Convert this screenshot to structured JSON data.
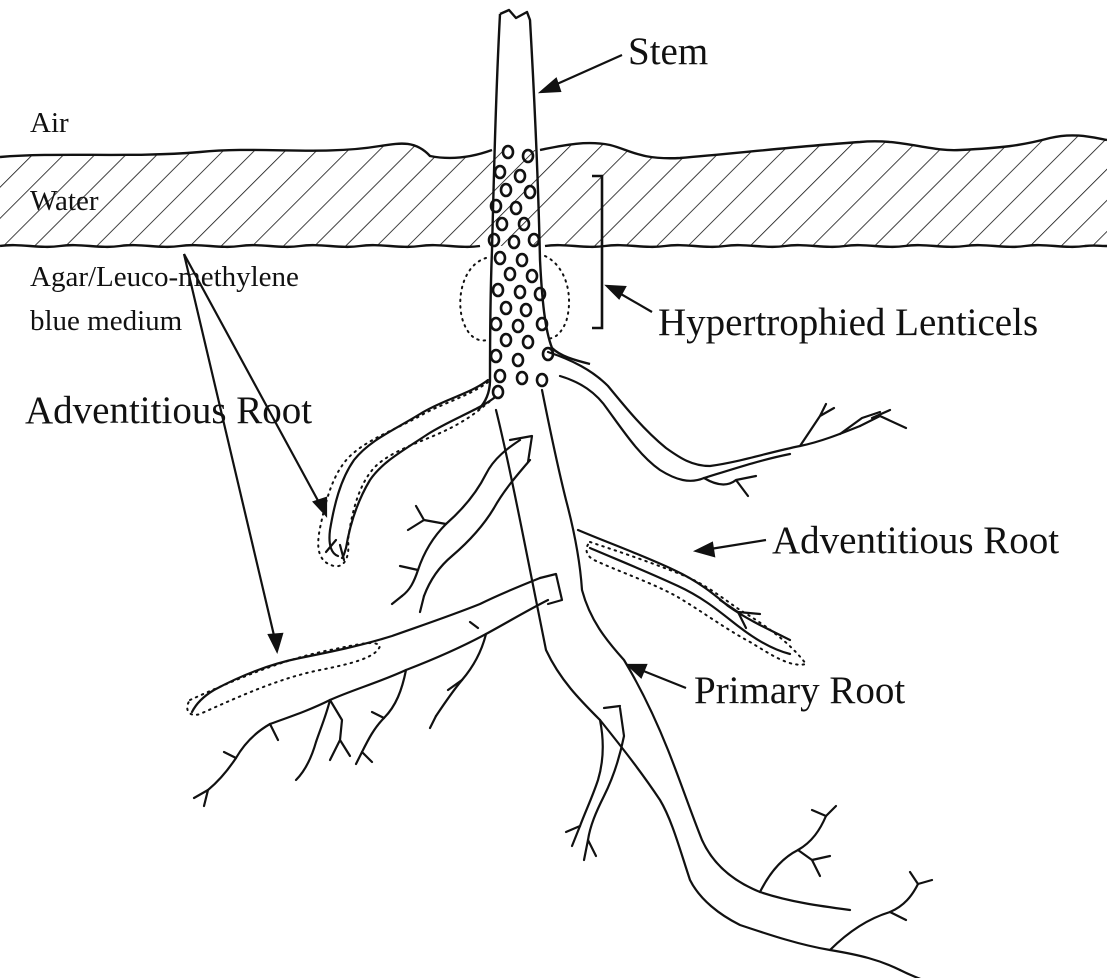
{
  "labels": {
    "stem": "Stem",
    "air": "Air",
    "water": "Water",
    "medium_line1": "Agar/Leuco-methylene",
    "medium_line2": "blue medium",
    "lenticels": "Hypertrophied Lenticels",
    "adventitious_left": "Adventitious Root",
    "adventitious_right": "Adventitious Root",
    "primary_root": "Primary Root"
  },
  "colors": {
    "ink": "#111111",
    "background": "#ffffff"
  }
}
